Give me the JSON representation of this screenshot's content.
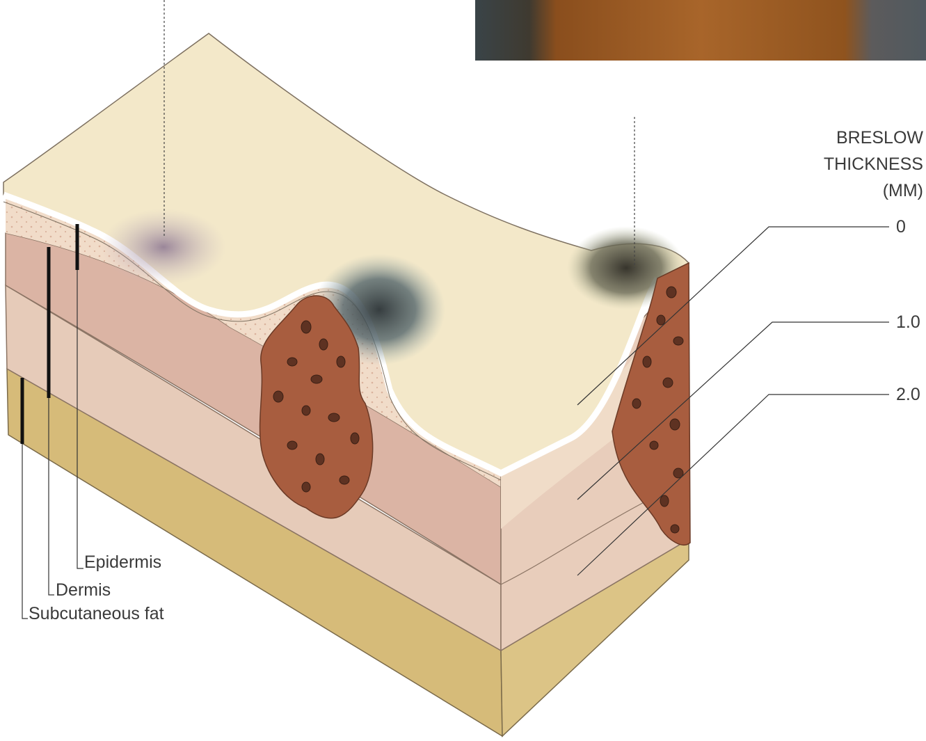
{
  "breslow": {
    "title_line1": "BRESLOW",
    "title_line2": "THICKNESS",
    "title_line3": "(MM)",
    "ticks": [
      "0",
      "1.0",
      "2.0"
    ]
  },
  "layers": {
    "epidermis": "Epidermis",
    "dermis": "Dermis",
    "subcutaneous_fat": "Subcutaneous fat"
  },
  "colors": {
    "skin_surface": "#f2e7c6",
    "epidermis_band": "#f3dcc8",
    "upper_dermis": "#e4c2ad",
    "lower_dermis": "#dcb6a6",
    "fat": "#d8bf7d",
    "melanoma": "#a55a3c",
    "lesion_shadow": "#3f4a52"
  }
}
